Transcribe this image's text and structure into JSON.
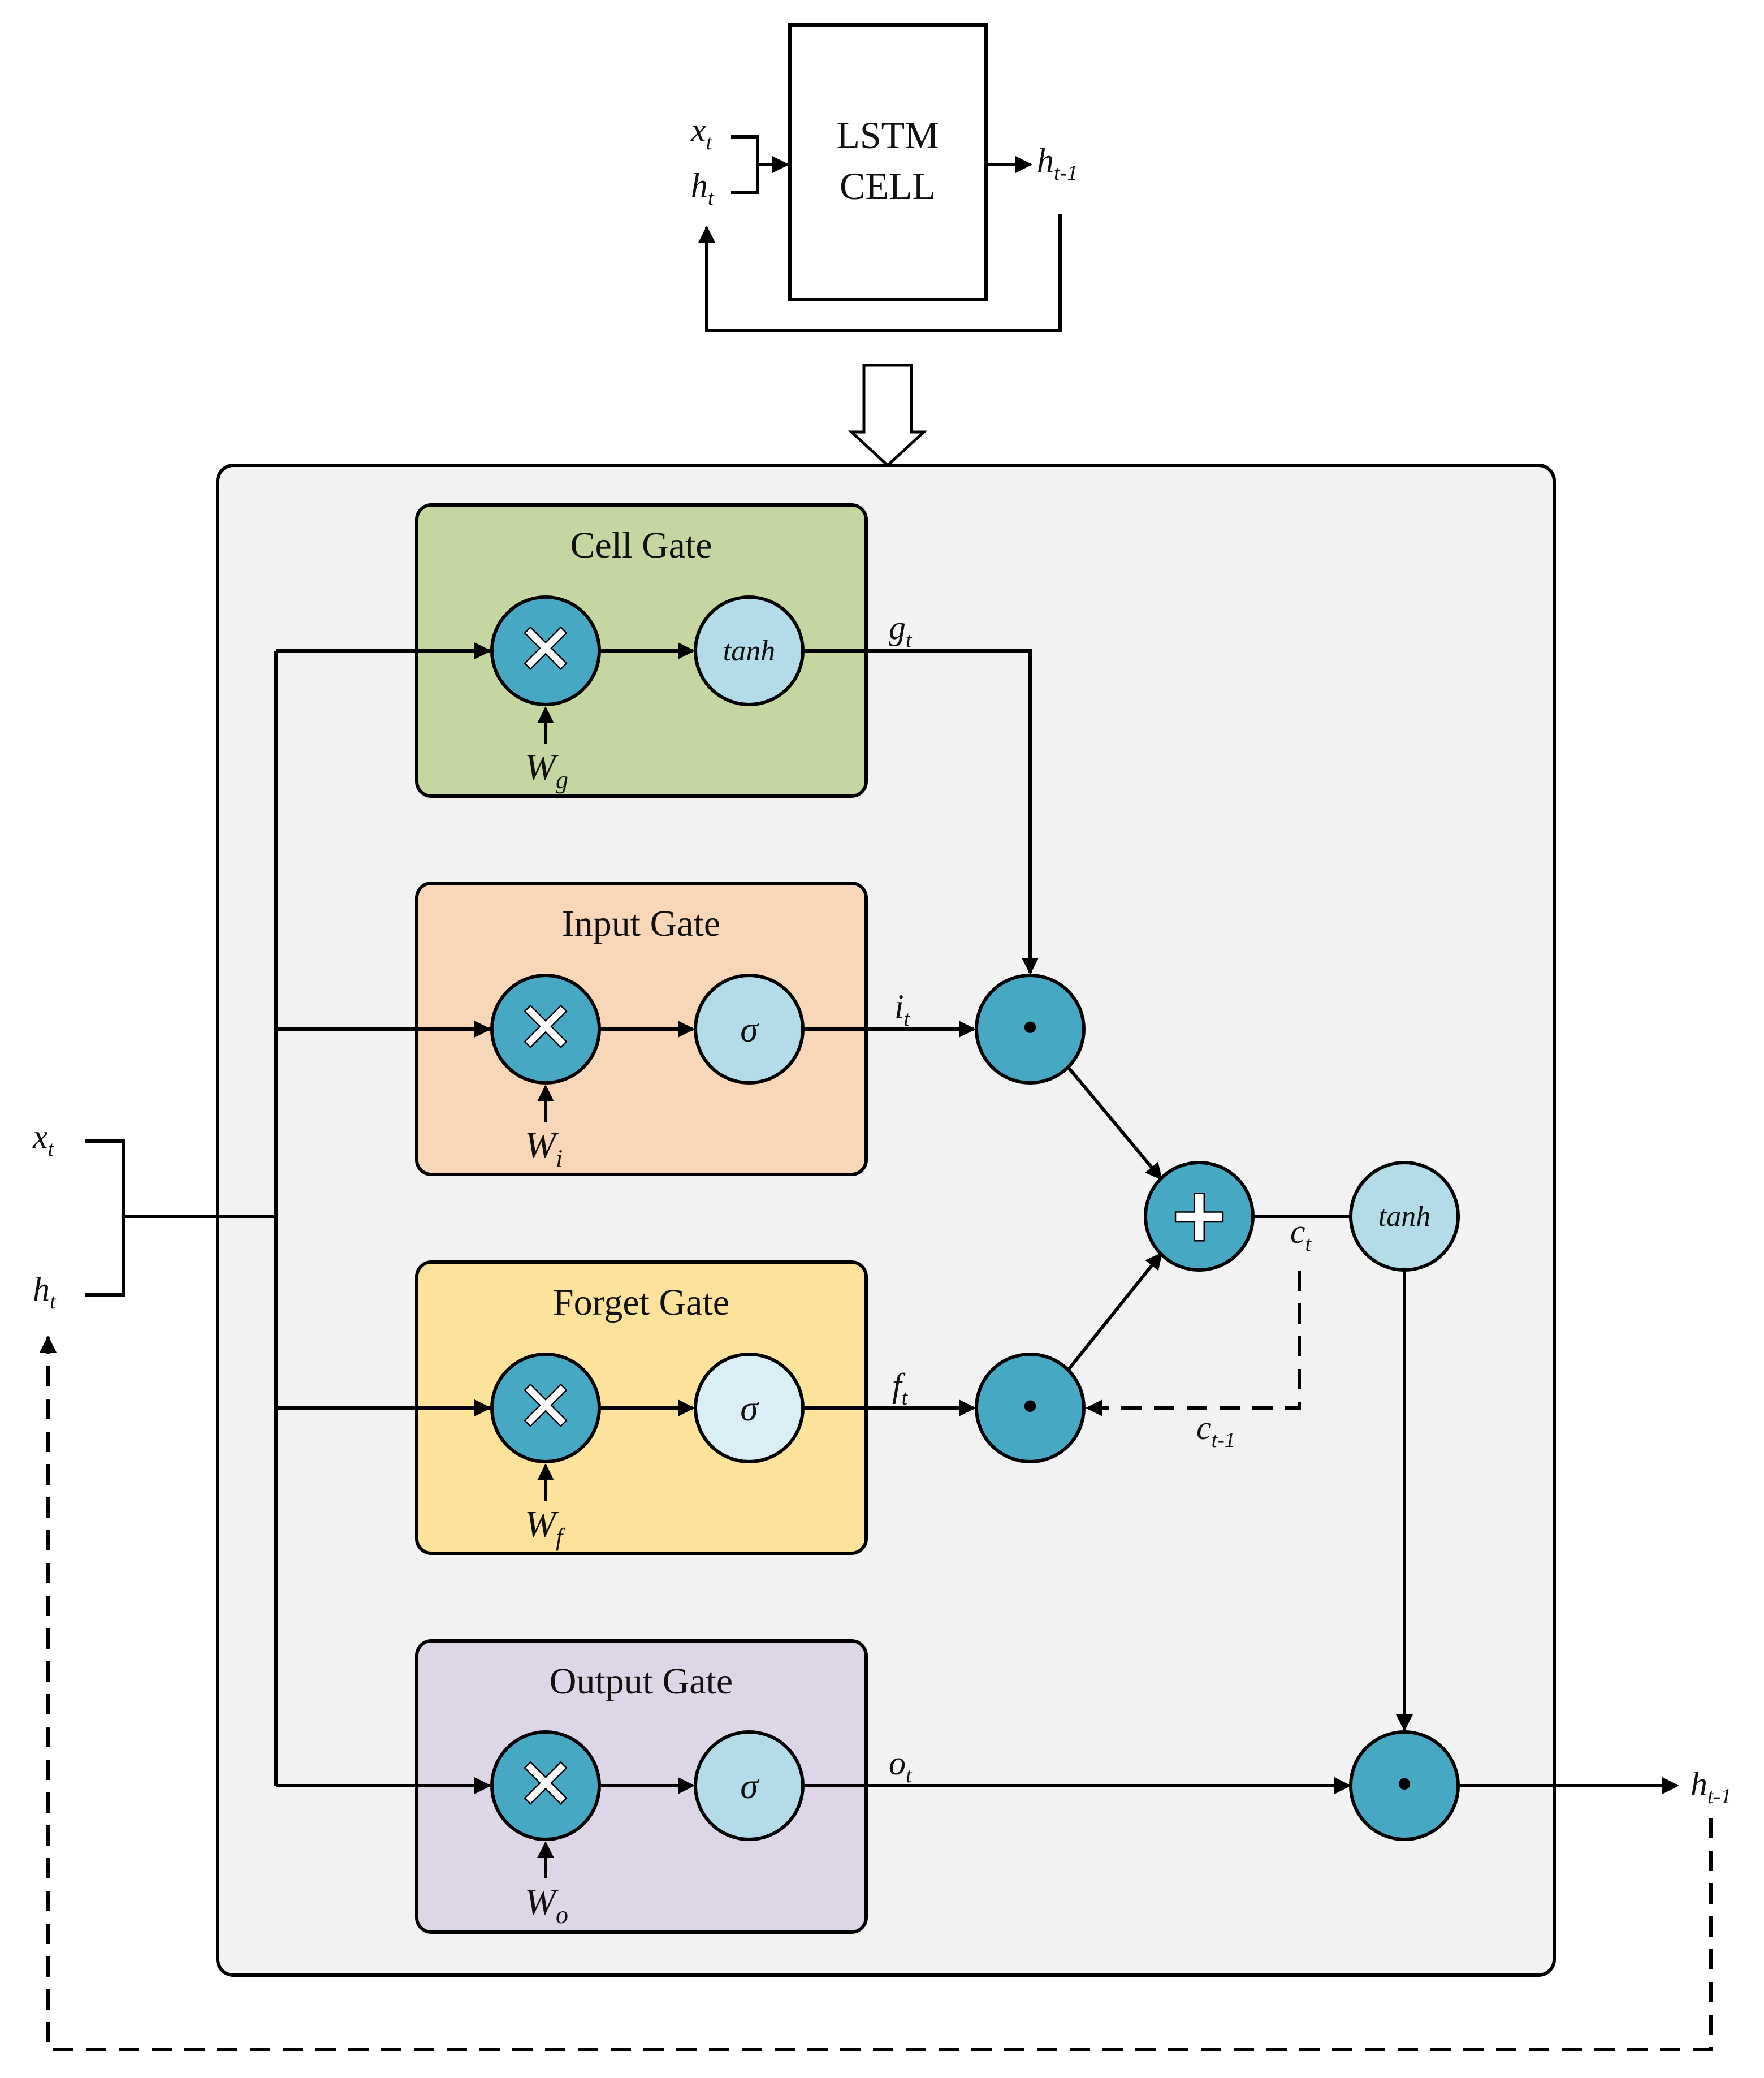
{
  "colors": {
    "container_bg": "#f2f2f2",
    "cell_gate": "#c5d6a1",
    "input_gate": "#f8d6b8",
    "forget_gate": "#fce29a",
    "output_gate": "#dcd6e6",
    "op_node": "#47a8c4",
    "activation_node": "#b3dbe8",
    "forget_sigma_node": "#daeef5"
  },
  "top_cell": {
    "title_line1": "LSTM",
    "title_line2": "CELL",
    "in_x": "x",
    "in_x_sub": "t",
    "in_h": "h",
    "in_h_sub": "t",
    "out": "h",
    "out_sub": "t-1"
  },
  "gates": {
    "cell": {
      "title": "Cell Gate",
      "activation": "tanh",
      "weight": "W",
      "weight_sub": "g",
      "output": "g",
      "output_sub": "t"
    },
    "input": {
      "title": "Input Gate",
      "activation": "σ",
      "weight": "W",
      "weight_sub": "i",
      "output": "i",
      "output_sub": "t"
    },
    "forget": {
      "title": "Forget Gate",
      "activation": "σ",
      "weight": "W",
      "weight_sub": "f",
      "output": "f",
      "output_sub": "t"
    },
    "output": {
      "title": "Output Gate",
      "activation": "σ",
      "weight": "W",
      "weight_sub": "o",
      "output": "o",
      "output_sub": "t"
    }
  },
  "ops": {
    "multiply_symbol": "✕",
    "hadamard_symbol": "•",
    "add_symbol": "+"
  },
  "cell_state": {
    "ct": "c",
    "ct_sub": "t",
    "ct_prev": "c",
    "ct_prev_sub": "t-1",
    "activation": "tanh"
  },
  "main_inputs": {
    "x": "x",
    "x_sub": "t",
    "h": "h",
    "h_sub": "t"
  },
  "main_output": {
    "h": "h",
    "h_sub": "t-1"
  }
}
